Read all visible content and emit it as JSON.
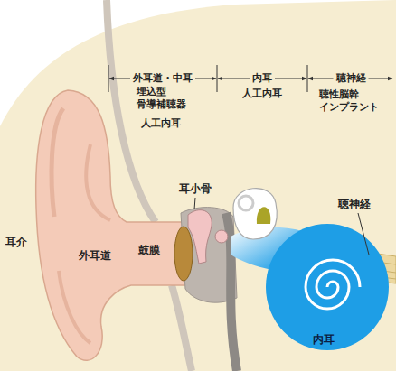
{
  "diagram": {
    "labels": [
      "外耳道・中耳",
      "内耳",
      "聴神経",
      "埋込型 骨導補聴器",
      "人工内耳",
      "人工内耳",
      "聴性脳幹 インプラント",
      "耳小骨",
      "聴神経",
      "耳介",
      "外耳道",
      "鼓膜",
      "内耳"
    ]
  }
}
